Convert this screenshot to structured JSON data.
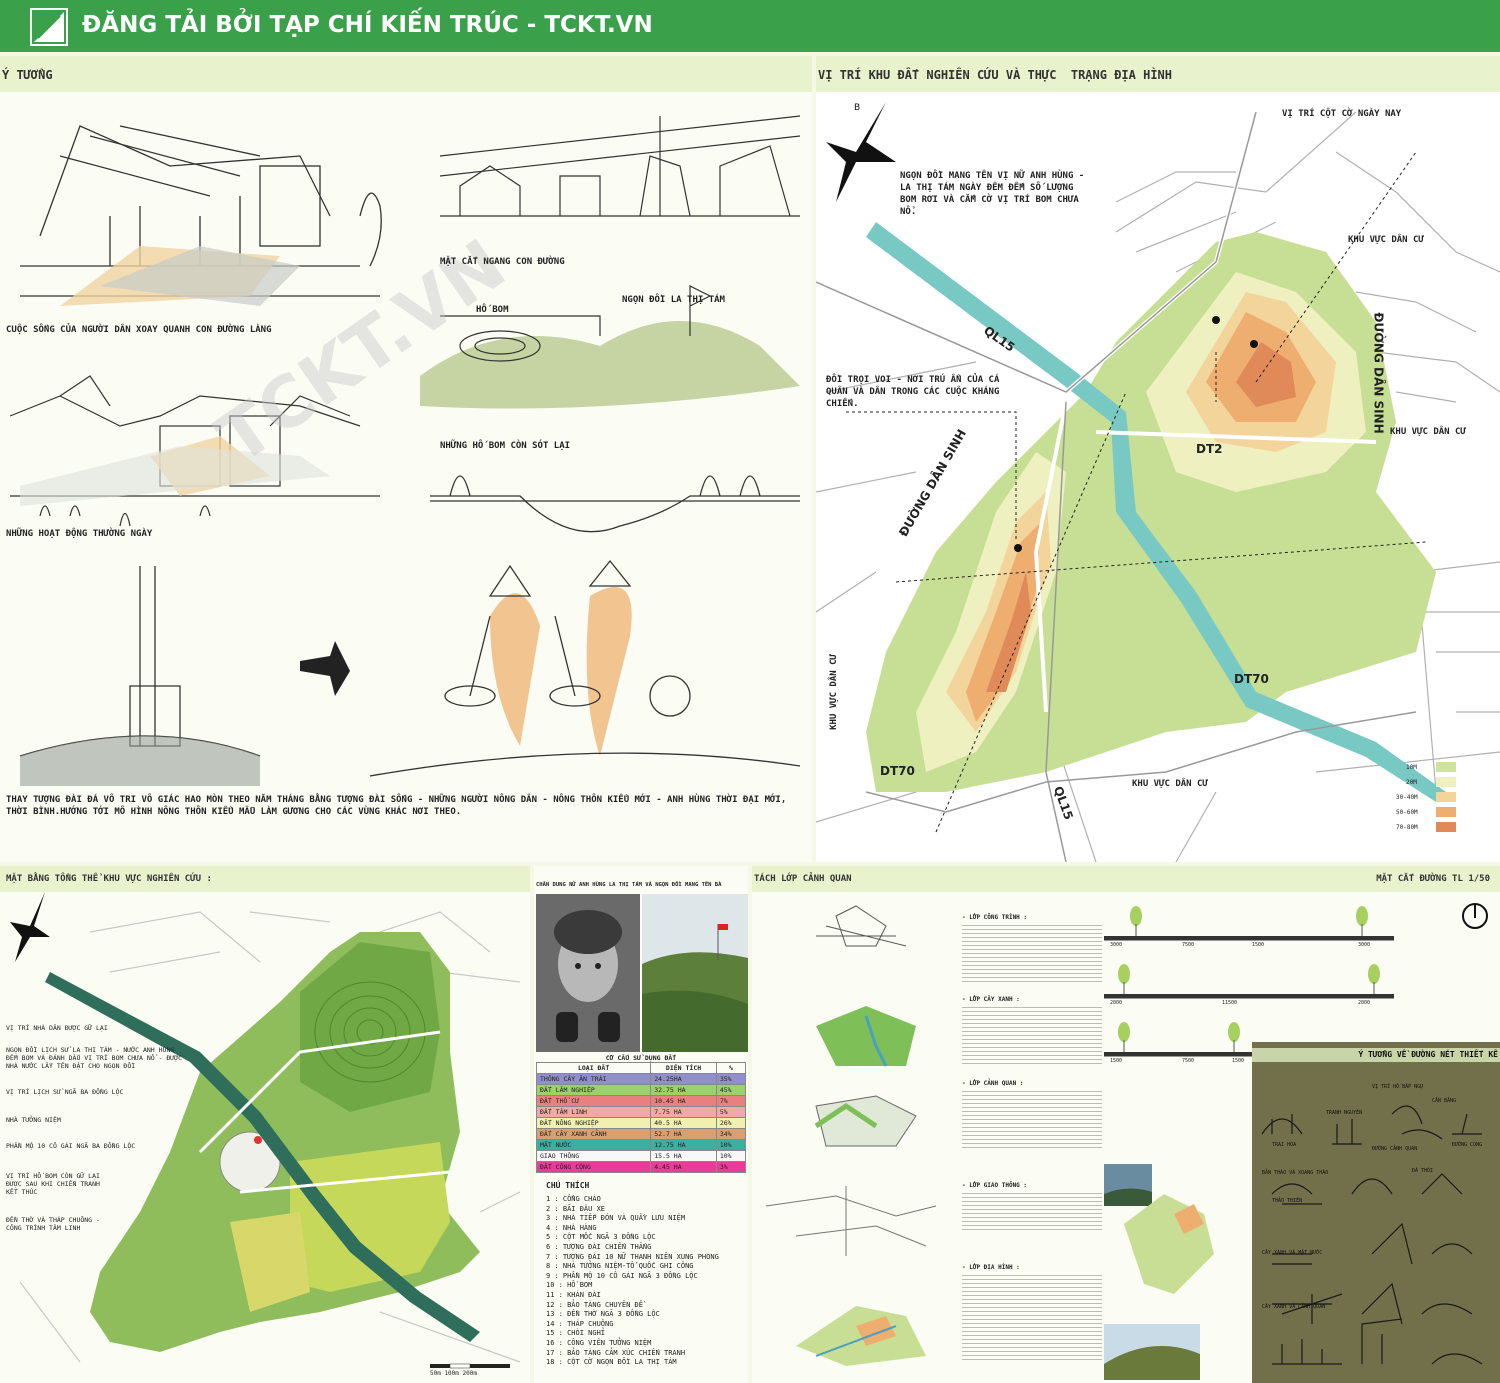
{
  "banner": {
    "title": "ĐĂNG TẢI BỞI TẠP CHÍ KIẾN TRÚC - TCKT.VN"
  },
  "watermark": "TCKT.VN",
  "idea": {
    "heading": "Ý TƯỞNG",
    "cap_life": "CUỘC SỐNG CỦA NGƯỜI DÂN XOAY QUANH CON ĐƯỜNG LÀNG",
    "cap_activities": "NHỮNG HOẠT ĐỘNG THƯỜNG NGÀY",
    "cap_section": "MẶT CẮT NGANG CON ĐƯỜNG",
    "cap_peak": "NGỌN ĐỒI LA THỊ TÁM",
    "cap_crater": "HỐ BOM",
    "cap_craters": "NHỮNG HỐ BOM CÒN SÓT LẠI",
    "bottom_text": "THAY TƯỢNG ĐÀI ĐÁ VÔ TRI VÔ GIÁC HAO MÒN THEO NĂM THÁNG BẰNG TƯỢNG ĐÀI SỐNG - NHỮNG NGƯỜI NÔNG DÂN - NÔNG THÔN KIỂU MỚI - ANH HÙNG THỜI ĐẠI MỚI, THỜI BÌNH.HƯỚNG TỚI MÔ HÌNH NÔNG THÔN KIỂU MẪU LÀM GƯƠNG CHO CÁC VÙNG KHÁC NƠI THEO."
  },
  "site": {
    "heading": "VỊ TRÍ KHU ĐẤT NGHIÊN CỨU VÀ THỰC  TRẠNG ĐỊA HÌNH",
    "marker": "VỊ TRÍ CỘT CỜ NGÀY NAY",
    "note_hill": "NGỌN ĐỒI MANG TÊN VỊ NỮ ANH HÙNG - LA THỊ TÁM NGÀY ĐÊM ĐẾM SỐ LƯỢNG BOM RƠI VÀ CẮM CỜ VỊ TRÍ BOM CHƯA NỔ.",
    "note_voi": "ĐỒI TRỌI VOI - NƠI TRÚ ẨN CỦA CÁ QUÂN VÀ DÂN TRONG CÁC CUỘC KHÁNG CHIẾN.",
    "roads": {
      "ql15a": "QL15",
      "ql15b": "QL15",
      "dt2": "DT2",
      "dt70a": "DT70",
      "dt70b": "DT70",
      "dansinh_a": "ĐƯỜNG DÂN SINH",
      "dansinh_b": "ĐƯỜNG DÂN SINH"
    },
    "areas": {
      "a1": "KHU VỰC DÂN CƯ",
      "a2": "KHU VỰC DÂN CƯ",
      "a3": "KHU VỰC DÂN CƯ",
      "a4": "KHU VỰC DÂN CƯ"
    },
    "elev_legend": [
      {
        "label": "10M",
        "color": "#cfe39a"
      },
      {
        "label": "20M",
        "color": "#eef0c0"
      },
      {
        "label": "30-40M",
        "color": "#f3d49a"
      },
      {
        "label": "50-60M",
        "color": "#eeae70"
      },
      {
        "label": "70-80M",
        "color": "#df8a58"
      }
    ],
    "north": "B"
  },
  "master": {
    "heading": "MẶT BẰNG TỔNG THỂ KHU VỰC NGHIÊN CỨU :",
    "notes": [
      "VỊ TRÍ NHÀ DÂN ĐƯỢC GỮ LẠI",
      "NGỌN ĐỒI LỊCH SỬ LA THỊ TÁM - NƯỚC ANH HÙNG ĐẾM BOM VÀ ĐÁNH DẤU VỊ TRÍ BOM CHƯA NỔ - ĐƯỢC NHÀ NƯỚC LẤY TÊN ĐẶT CHO NGỌN ĐỒI",
      "VỊ TRÍ LỊCH SỬ NGÃ BA ĐỒNG LỘC",
      "NHÀ TƯỞNG NIỆM",
      "PHẦN MỘ 10 CÔ GÁI NGÃ BA ĐỒNG LỘC",
      "VỊ TRÍ HỐ BOM CÒN GỮ LẠI ĐƯỢC SAU KHI CHIẾN TRANH KẾT THÚC",
      "ĐỀN THỜ VÀ THÁP CHUÔNG - CÔNG TRÌNH TÂM LINH"
    ],
    "scale": "50m 100m 200m"
  },
  "portrait": {
    "caption": "CHÂN DUNG NỮ ANH HÙNG LA THỊ TÁM VÀ NGỌN ĐỒI MANG TÊN BÀ"
  },
  "landuse": {
    "title": "CƠ CẤU SỬ DỤNG ĐẤT",
    "headers": [
      "LOẠI ĐẤT",
      "DIỆN TÍCH",
      "%"
    ],
    "rows": [
      {
        "name": "THÔNG CÂY ĂN TRÁI",
        "area": "24.25HA",
        "pct": "35%",
        "color": "#8f8fd0"
      },
      {
        "name": "ĐẤT LÂM NGHIỆP",
        "area": "32.75 HA",
        "pct": "45%",
        "color": "#9ad16a"
      },
      {
        "name": "ĐẤT THỔ CƯ",
        "area": "10.45 HA",
        "pct": "7%",
        "color": "#e88080"
      },
      {
        "name": "ĐẤT TÂM LINH",
        "area": "7.75 HA",
        "pct": "5%",
        "color": "#f0a8a8"
      },
      {
        "name": "ĐẤT NÔNG NGHIỆP",
        "area": "40.5 HA",
        "pct": "26%",
        "color": "#f0f0b0"
      },
      {
        "name": "ĐẤT CÂY XANH CẢNH",
        "area": "52.7 HA",
        "pct": "34%",
        "color": "#d8a070"
      },
      {
        "name": "MẶT NƯỚC",
        "area": "12.75 HA",
        "pct": "10%",
        "color": "#3cb0a0"
      },
      {
        "name": "GIAO THÔNG",
        "area": "15.5 HA",
        "pct": "10%",
        "color": "#f8f8f8"
      },
      {
        "name": "ĐẤT CÔNG CỘNG",
        "area": "4.45 HA",
        "pct": "3%",
        "color": "#e83c9a"
      }
    ]
  },
  "legend": {
    "title": "CHÚ THÍCH",
    "items": [
      "1 : CỔNG CHÀO",
      "2 : BÃI ĐẬU XE",
      "3 : NHÀ TIẾP ĐÓN VÀ QUẦY LƯU NIỆM",
      "4 : NHÀ HÀNG",
      "5 : CỘT MỐC NGÃ 3 ĐỒNG LỘC",
      "6 : TƯỢNG ĐÀI CHIẾN THẮNG",
      "7 : TƯỢNG ĐÀI 10 NỮ THANH NIÊN XUNG PHONG",
      "8 : NHÀ TƯỞNG NIỆM-TỔ QUỐC GHI CÔNG",
      "9 : PHẦN MỘ 10 CÔ GÁI NGÃ 3 ĐỒNG LỘC",
      "10 : HỒ BOM",
      "11 : KHÁN ĐÀI",
      "12 : BẢO TÀNG CHUYÊN ĐỀ",
      "13 : ĐỀN THỜ NGÃ 3 ĐỒNG LỘC",
      "14 : THÁP CHUÔNG",
      "15 : CHÒI NGHỈ",
      "16 : CÔNG VIÊN TƯỞNG NIỆM",
      "17 : BẢO TÀNG CẢM XÚC CHIẾN TRANH",
      "18 : CỘT CỜ NGỌN ĐỒI LA THỊ TÁM"
    ]
  },
  "layers": {
    "heading": "TÁCH LỚP CẢNH QUAN",
    "section_heading": "MẶT CẮT ĐƯỜNG TL 1/50",
    "labels": [
      "- LỚP CÔNG TRÌNH :",
      "- LỚP CÂY XANH :",
      "- LỚP CẢNH QUAN :",
      "- LỚP GIAO THÔNG :",
      "- LỚP ĐỊA HÌNH :"
    ],
    "dims": [
      "3000",
      "7500",
      "1500",
      "3000",
      "2000",
      "11500",
      "2000",
      "1500",
      "7500",
      "1500"
    ]
  },
  "concept": {
    "heading": "Ý TƯỞNG VỀ ĐƯỜNG NÉT THIẾT KẾ",
    "labels": [
      "VỊ TRÍ HỐ BẮP NGỰ",
      "TRANH NGUYÊN",
      "CÂN BẰNG",
      "TRAI HÓA",
      "ĐƯỜNG CONG",
      "ĐÁ THÓI",
      "BẢN THÁO VÀ XOANG THÁO",
      "ĐƯỜNG CẢNH QUAN",
      "THẢO THIÊN",
      "CÂY XANH VÀ MẶT NƯỚC",
      "CÂY XANH VÀ CẢNH QUAN"
    ]
  }
}
